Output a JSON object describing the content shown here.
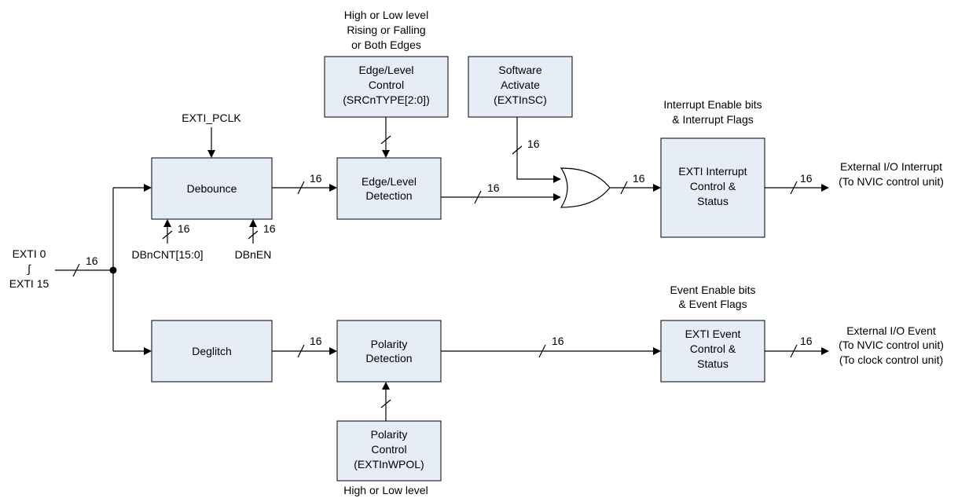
{
  "colors": {
    "block_fill": "#e6edf7",
    "line": "#000000",
    "background": "#ffffff"
  },
  "blocks": {
    "debounce": [
      "Debounce"
    ],
    "edge_detect": [
      "Edge/Level",
      "Detection"
    ],
    "edge_ctrl": [
      "Edge/Level",
      "Control",
      "(SRCnTYPE[2:0])"
    ],
    "sw_act": [
      "Software",
      "Activate",
      "(EXTInSC)"
    ],
    "int_ctrl": [
      "EXTI Interrupt",
      "Control &",
      "Status"
    ],
    "deglitch": [
      "Deglitch"
    ],
    "pol_detect": [
      "Polarity",
      "Detection"
    ],
    "pol_ctrl": [
      "Polarity",
      "Control",
      "(EXTInWPOL)"
    ],
    "evt_ctrl": [
      "EXTI Event",
      "Control &",
      "Status"
    ]
  },
  "labels": {
    "edge_options": [
      "High or Low level",
      "Rising or Falling",
      "or Both Edges"
    ],
    "exti_pclk": "EXTI_PCLK",
    "int_enable": [
      "Interrupt Enable bits",
      "& Interrupt Flags"
    ],
    "evt_enable": [
      "Event Enable bits",
      "& Event Flags"
    ],
    "ext_int_out": [
      "External I/O Interrupt",
      "(To NVIC control unit)"
    ],
    "ext_evt_out": [
      "External I/O Event",
      "(To NVIC control unit)",
      "(To clock control unit)"
    ],
    "input": [
      "EXTI 0",
      "∫",
      "EXTI 15"
    ],
    "dbncnt": "DBnCNT[15:0]",
    "dbnen": "DBnEN",
    "pol_options": "High or Low level",
    "bus_width": "16"
  },
  "bus_labels": [
    "16",
    "16",
    "16",
    "16",
    "16",
    "16",
    "16",
    "16",
    "16",
    "16",
    "16"
  ]
}
